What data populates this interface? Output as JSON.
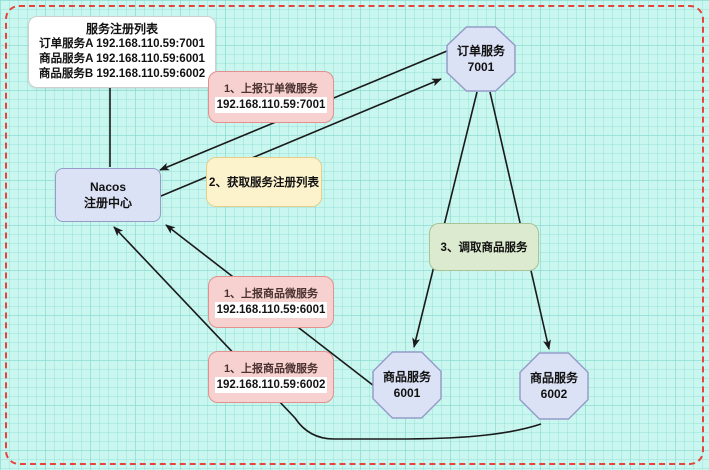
{
  "palette": {
    "canvas_bg": "#c9f6ef",
    "grid_line": "#8cdcd3",
    "dashed_border": "#e5433c",
    "node_fill": "#dce2f6",
    "node_border": "#959cc8",
    "pink_fill": "#f7d1cf",
    "pink_border": "#e2918f",
    "yellow_fill": "#fcf3cd",
    "yellow_border": "#e3cf8a",
    "green_fill": "#dceacf",
    "green_border": "#a8c496",
    "wire_color": "#1a1a1a"
  },
  "registry_list": {
    "title": "服务注册列表",
    "entries": [
      "订单服务A 192.168.110.59:7001",
      "商品服务A 192.168.110.59:6001",
      "商品服务B 192.168.110.59:6002"
    ]
  },
  "nodes": {
    "nacos": {
      "line1": "Nacos",
      "line2": "注册中心"
    },
    "order_service": {
      "line1": "订单服务",
      "line2": "7001"
    },
    "product_service_6001": {
      "line1": "商品服务",
      "line2": "6001"
    },
    "product_service_6002": {
      "line1": "商品服务",
      "line2": "6002"
    }
  },
  "labels": {
    "step1_order": {
      "line1": "1、上报订单微服务",
      "line2": "192.168.110.59:7001"
    },
    "step2_fetch": {
      "text": "2、获取服务注册列表"
    },
    "step3_invoke": {
      "text": "3、调取商品服务"
    },
    "step1_product_a": {
      "line1": "1、上报商品微服务",
      "line2": "192.168.110.59:6001"
    },
    "step1_product_b": {
      "line1": "1、上报商品微服务",
      "line2": "192.168.110.59:6002"
    }
  }
}
